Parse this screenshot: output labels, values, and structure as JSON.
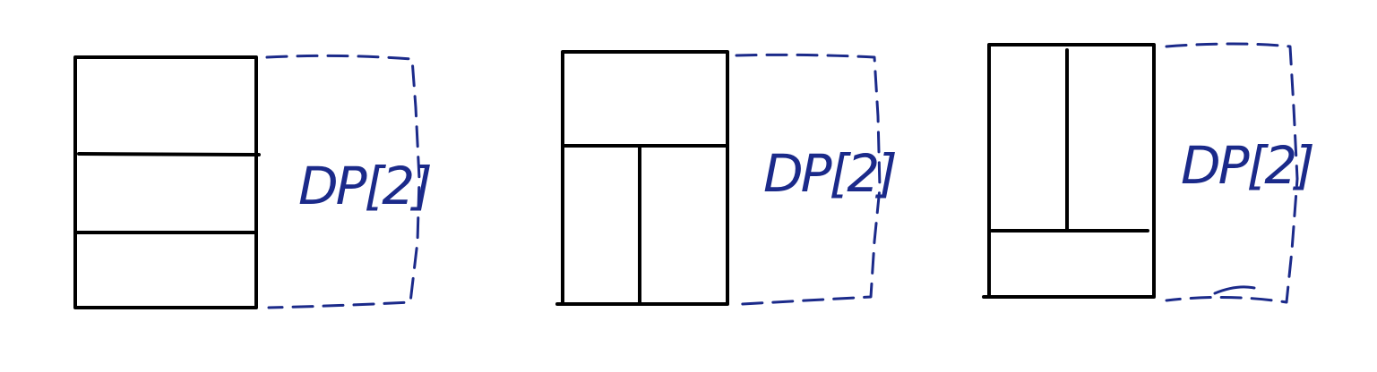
{
  "colors": {
    "ink": "#000000",
    "pen": "#1b2a8a",
    "background": "#ffffff"
  },
  "figures": [
    {
      "name": "tiling-three-horizontal-strips",
      "label": "DP[2]"
    },
    {
      "name": "tiling-top-strip-bottom-split",
      "label": "DP[2]"
    },
    {
      "name": "tiling-top-split-bottom-strip",
      "label": "DP[2]"
    }
  ]
}
